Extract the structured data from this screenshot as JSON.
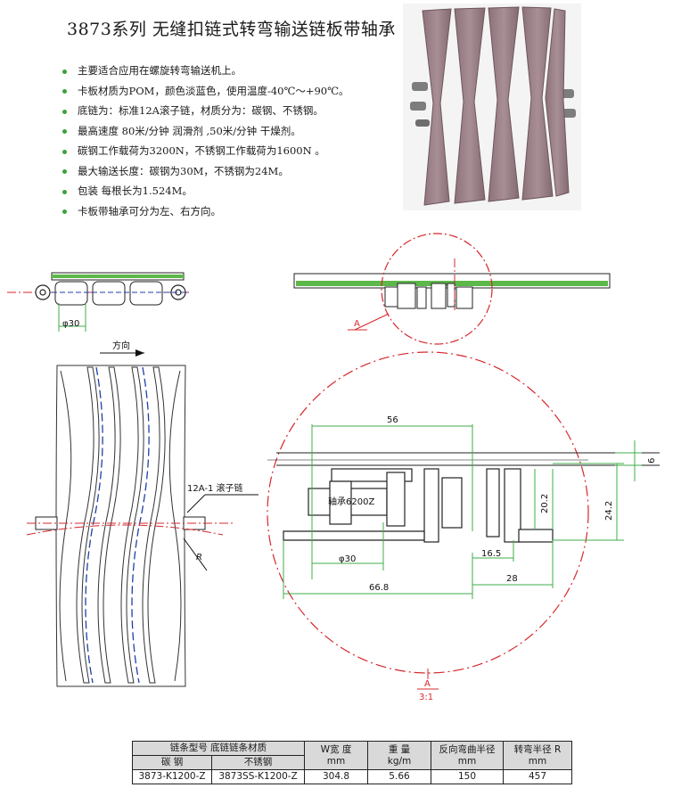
{
  "title": "3873系列 无缝扣链式转弯输送链板带轴承",
  "features": [
    "主要适合应用在螺旋转弯输送机上。",
    "卡板材质为POM，颜色淡蓝色，使用温度-40℃～+90℃。",
    "底链为：标准12A滚子链，材质分为：碳钢、不锈钢。",
    "最高速度  80米/分钟 润滑剂 ,50米/分钟 干燥剂。",
    "碳钢工作载荷为3200N，不锈钢工作载荷为1600N 。",
    "最大输送长度：碳钢为30M，不锈钢为24M。",
    "包装 每根长为1.524M。",
    "卡板带轴承可分为左、右方向。"
  ],
  "colors": {
    "bullet": "#3aa33a",
    "red_line": "#d6282d",
    "green_dim": "#3fae49",
    "blue_line": "#1f3fa8",
    "plate_green": "#5cb848",
    "photo_plate": "#9a7f86"
  },
  "drawing": {
    "dia_30_top": "φ30",
    "direction": "方向",
    "chain_label": "12A-1 滚子链",
    "radius_label": "R",
    "section_mark": "A",
    "detail_mark": "A",
    "detail_scale": "3:1",
    "dim_56": "56",
    "dim_6": "6",
    "bearing_label": "轴承6200Z",
    "dim_20_2": "20.2",
    "dim_24_2": "24.2",
    "dia_30_detail": "φ30",
    "dim_16_5": "16.5",
    "dim_28": "28",
    "dim_66_8": "66.8"
  },
  "table": {
    "h_material_group": "链条型号  底链链条材质",
    "h_width": "W宽 度",
    "h_width_unit": "mm",
    "h_weight": "重 量",
    "h_weight_unit": "kg/m",
    "h_back_radius": "反向弯曲半径",
    "h_back_radius_unit": "mm",
    "h_turn_radius": "转弯半径  R",
    "h_turn_radius_unit": "mm",
    "h_carbon": "碳 钢",
    "h_stainless": "不锈钢",
    "row": {
      "carbon_model": "3873-K1200-Z",
      "ss_model": "3873SS-K1200-Z",
      "width": "304.8",
      "weight": "5.66",
      "back_radius": "150",
      "turn_radius": "457"
    }
  }
}
